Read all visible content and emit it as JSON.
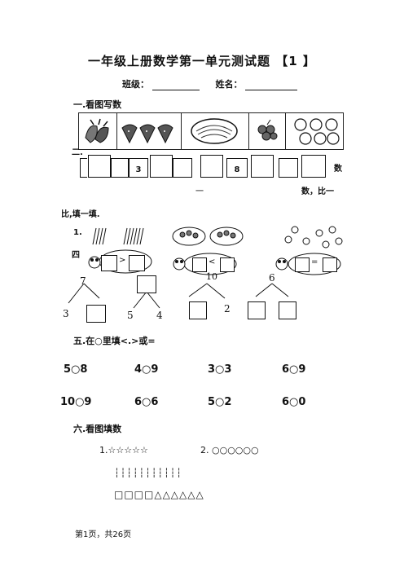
{
  "title": "一年级上册数学第一单元测试题 【1 】",
  "info": {
    "class_label": "班级：",
    "name_label": "姓名："
  },
  "section1": "一.看图写数",
  "section2_fragment": "二.",
  "sequence": {
    "given_a": "3",
    "given_b": "8",
    "suffix": "数"
  },
  "compare_line": {
    "yi": "一",
    "tail": "数，比一"
  },
  "compare_line2": "比,填一填.",
  "section3_num": "1.",
  "section4_fragment": "四",
  "compare_signs": [
    ">",
    "<",
    "="
  ],
  "split": {
    "t1_top": "7",
    "t1_left": "3",
    "t2_left": "5",
    "t2_right": "4",
    "t3_top": "10",
    "t3_right": "2",
    "t4_top": "6"
  },
  "section5": "五.在○里填<.>或=",
  "row1": [
    "5○8",
    "4○9",
    "3○3",
    "6○9"
  ],
  "row2": [
    "10○9",
    "6○6",
    "5○2",
    "6○0"
  ],
  "section6": "六.看图填数",
  "q1": "1.☆☆☆☆☆",
  "q2": "2.  ○○○○○○",
  "sticks": "┆┆┆┆┆┆┆┆┆┆┆",
  "shapes": "□□□□△△△△△△",
  "footer": "第1页，共26页"
}
